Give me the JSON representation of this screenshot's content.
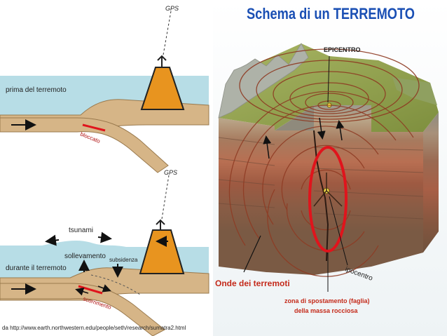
{
  "left": {
    "top_panel": {
      "label": "prima del terremoto",
      "locked_label": "bloccato",
      "gps_label": "GPS"
    },
    "bottom_panel": {
      "label": "durante il terremoto",
      "tsunami_label": "tsunami",
      "uplift_label": "sollevamento",
      "subsidence_label": "subsidenza",
      "slip_label": "scorrimento",
      "gps_label": "GPS"
    },
    "source": "da http://www.earth.northwestern.edu/people/seth/research/sumatra2.html"
  },
  "right": {
    "title": "Schema di un TERREMOTO",
    "epicenter_label": "EPICENTRO",
    "hypocenter_label": "ipocentro",
    "waves_label": "Onde dei terremoti",
    "fault_zone_line1": "zona di spostamento (faglia)",
    "fault_zone_line2": "della massa rocciosa"
  },
  "colors": {
    "sea": "#b7dde6",
    "plate": "#d6b587",
    "plate_edge": "#9a7a4e",
    "volcano": "#e8941f",
    "title": "#1a4fb4",
    "fault_ring": "#e0141c",
    "waves_label": "#c42a1a",
    "fault_label": "#c42a1a"
  }
}
